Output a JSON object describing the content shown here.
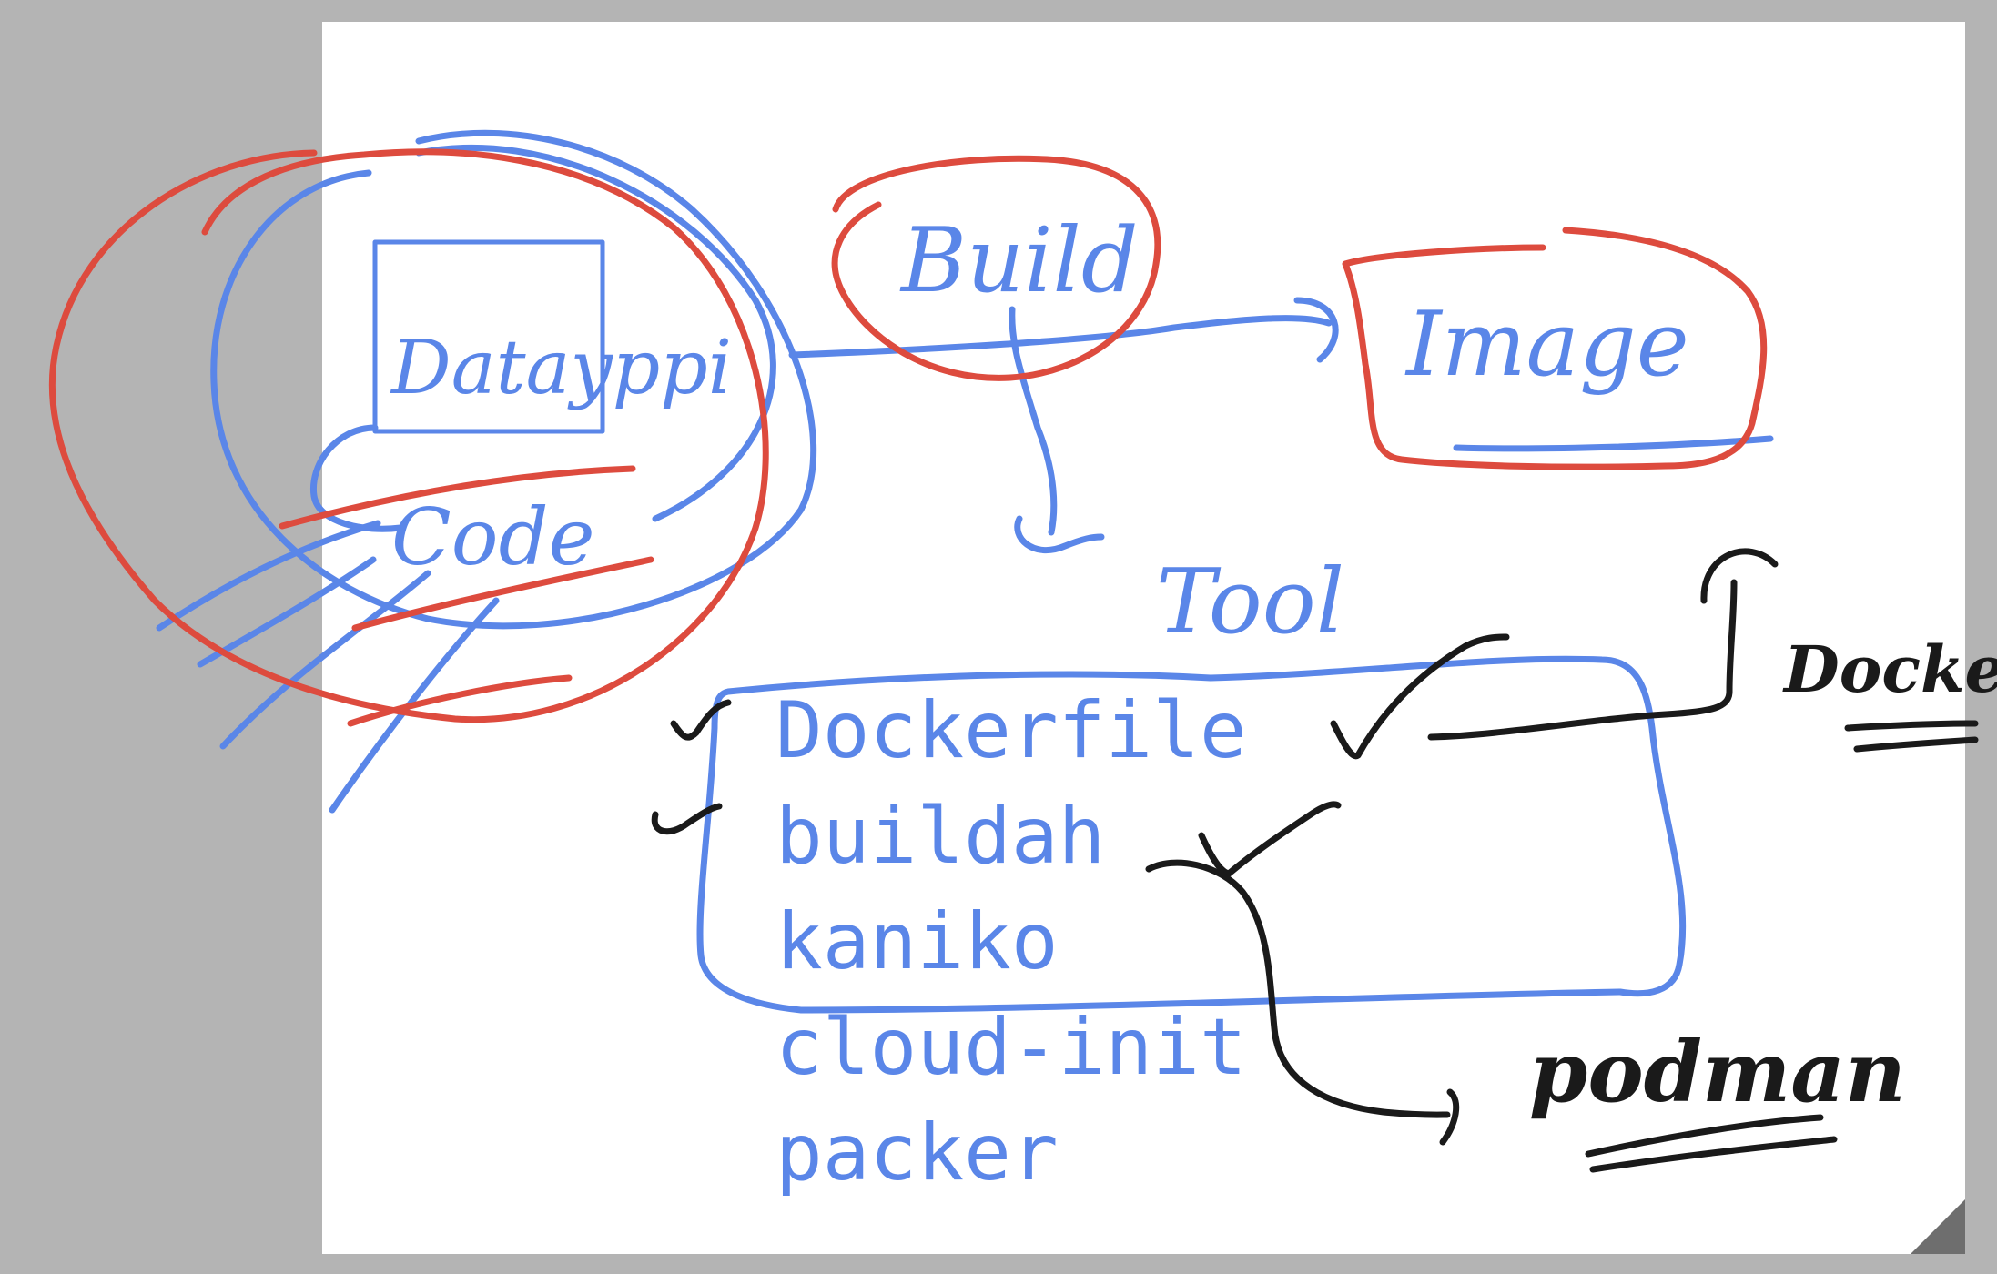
{
  "diagram": {
    "nodes": {
      "dataapp": "Datayppi",
      "code": "Code",
      "build": "Build",
      "image": "Image",
      "tool": "Tool"
    },
    "tool_list": [
      "Dockerfile",
      "buildah",
      "kaniko",
      "cloud-init",
      "packer"
    ],
    "annotations": {
      "docker": "Docker",
      "podman": "podman"
    },
    "colors": {
      "blue_ink": "#5a86e8",
      "red_ink": "#dd4b3e",
      "black_ink": "#1a1a1a",
      "page_bg": "#ffffff",
      "canvas_bg": "#b4b4b4"
    }
  }
}
